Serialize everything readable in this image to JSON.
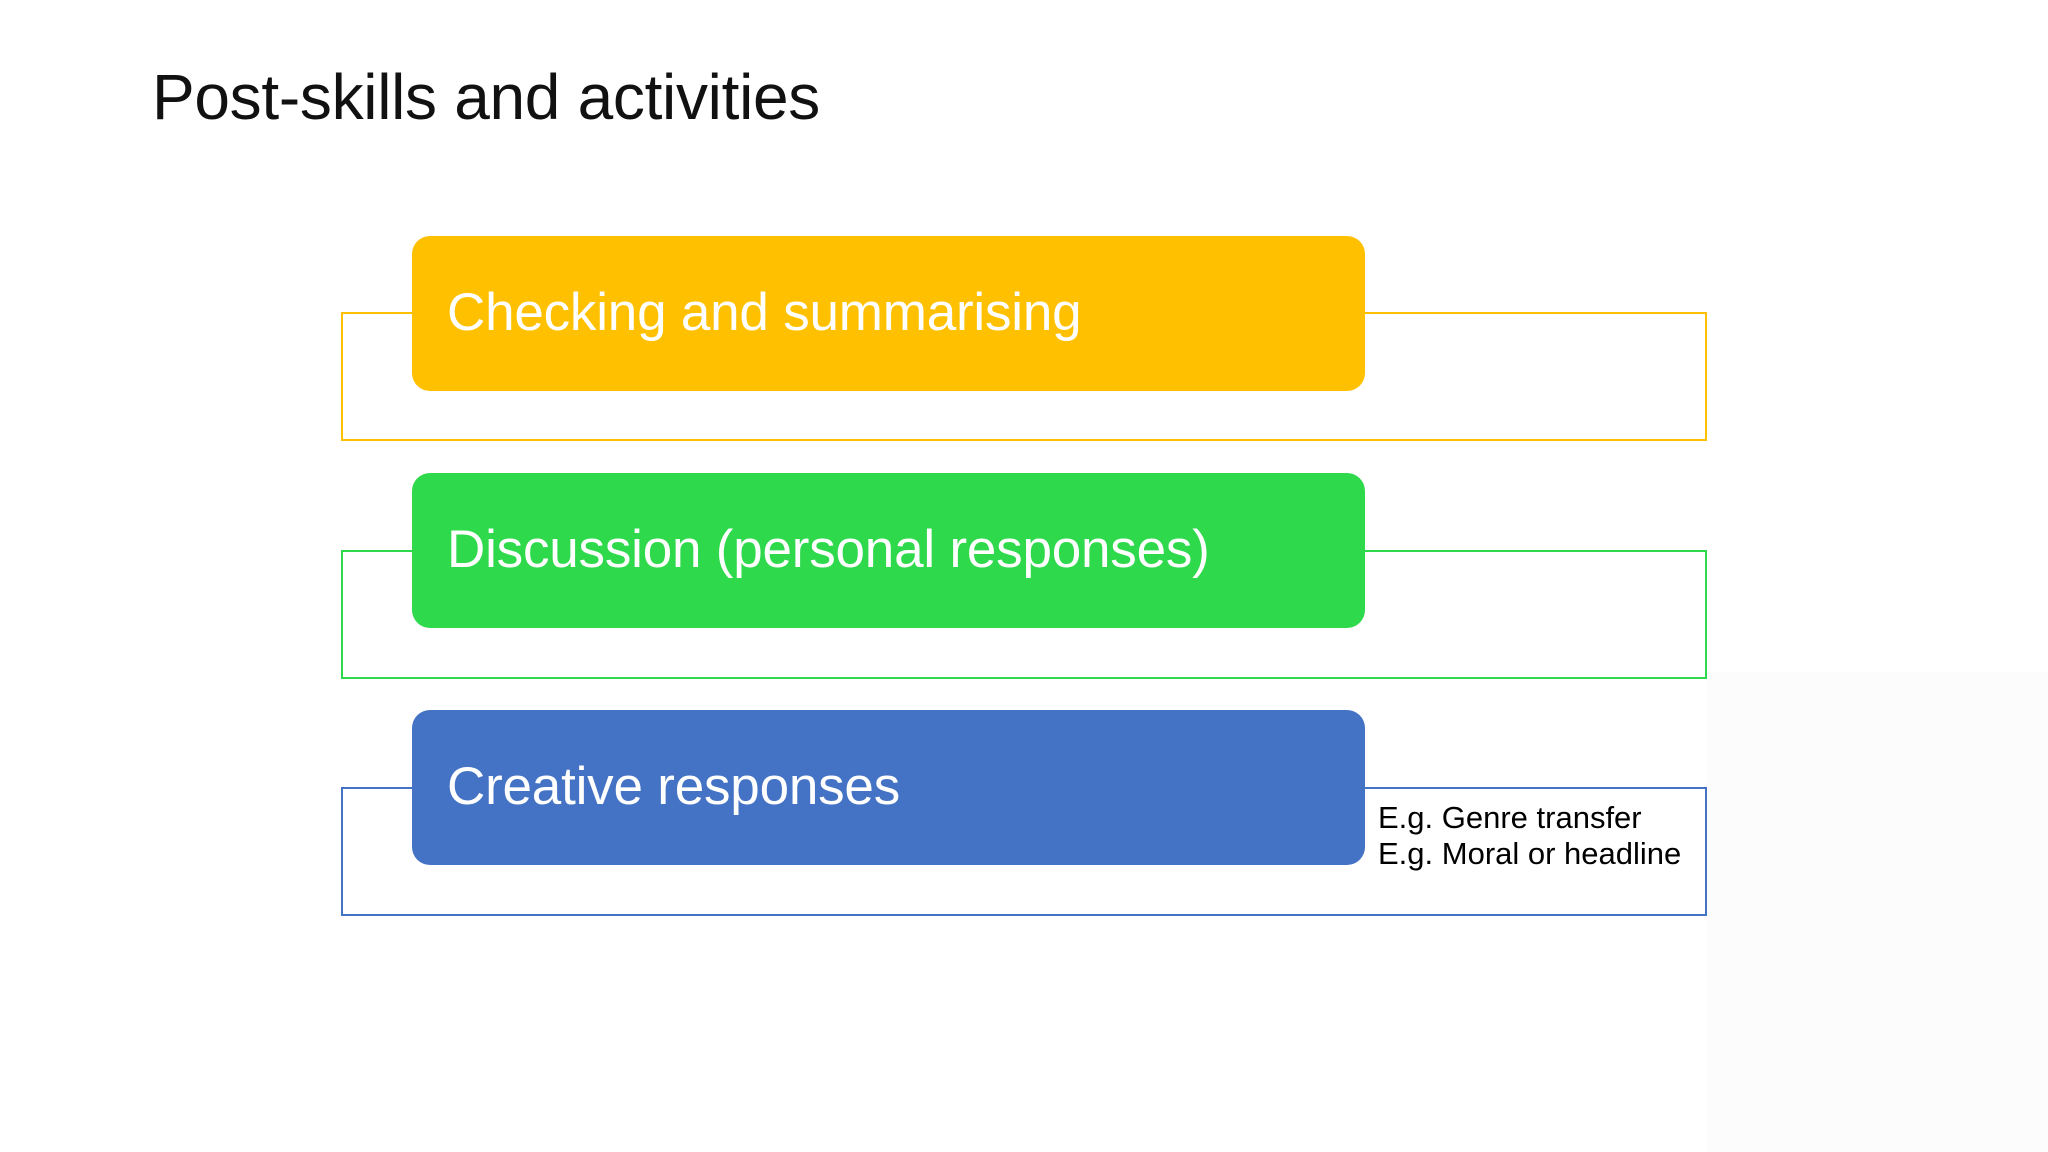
{
  "slide": {
    "title": "Post-skills and activities",
    "background_color": "#ffffff"
  },
  "rows": [
    {
      "id": "checking-and-summarising",
      "label": "Checking and summarising",
      "bar_color": "#ffc000",
      "outline_color": "#ffc000",
      "details": []
    },
    {
      "id": "discussion-personal-responses",
      "label": "Discussion (personal responses)",
      "bar_color": "#2ed94b",
      "outline_color": "#2ed94b",
      "details": []
    },
    {
      "id": "creative-responses",
      "label": "Creative responses",
      "bar_color": "#4472c4",
      "outline_color": "#4472c4",
      "details": [
        "E.g. Genre transfer",
        "E.g. Moral or headline"
      ]
    }
  ],
  "details_row3": {
    "line1": "E.g. Genre transfer",
    "line2": "E.g. Moral or headline"
  }
}
